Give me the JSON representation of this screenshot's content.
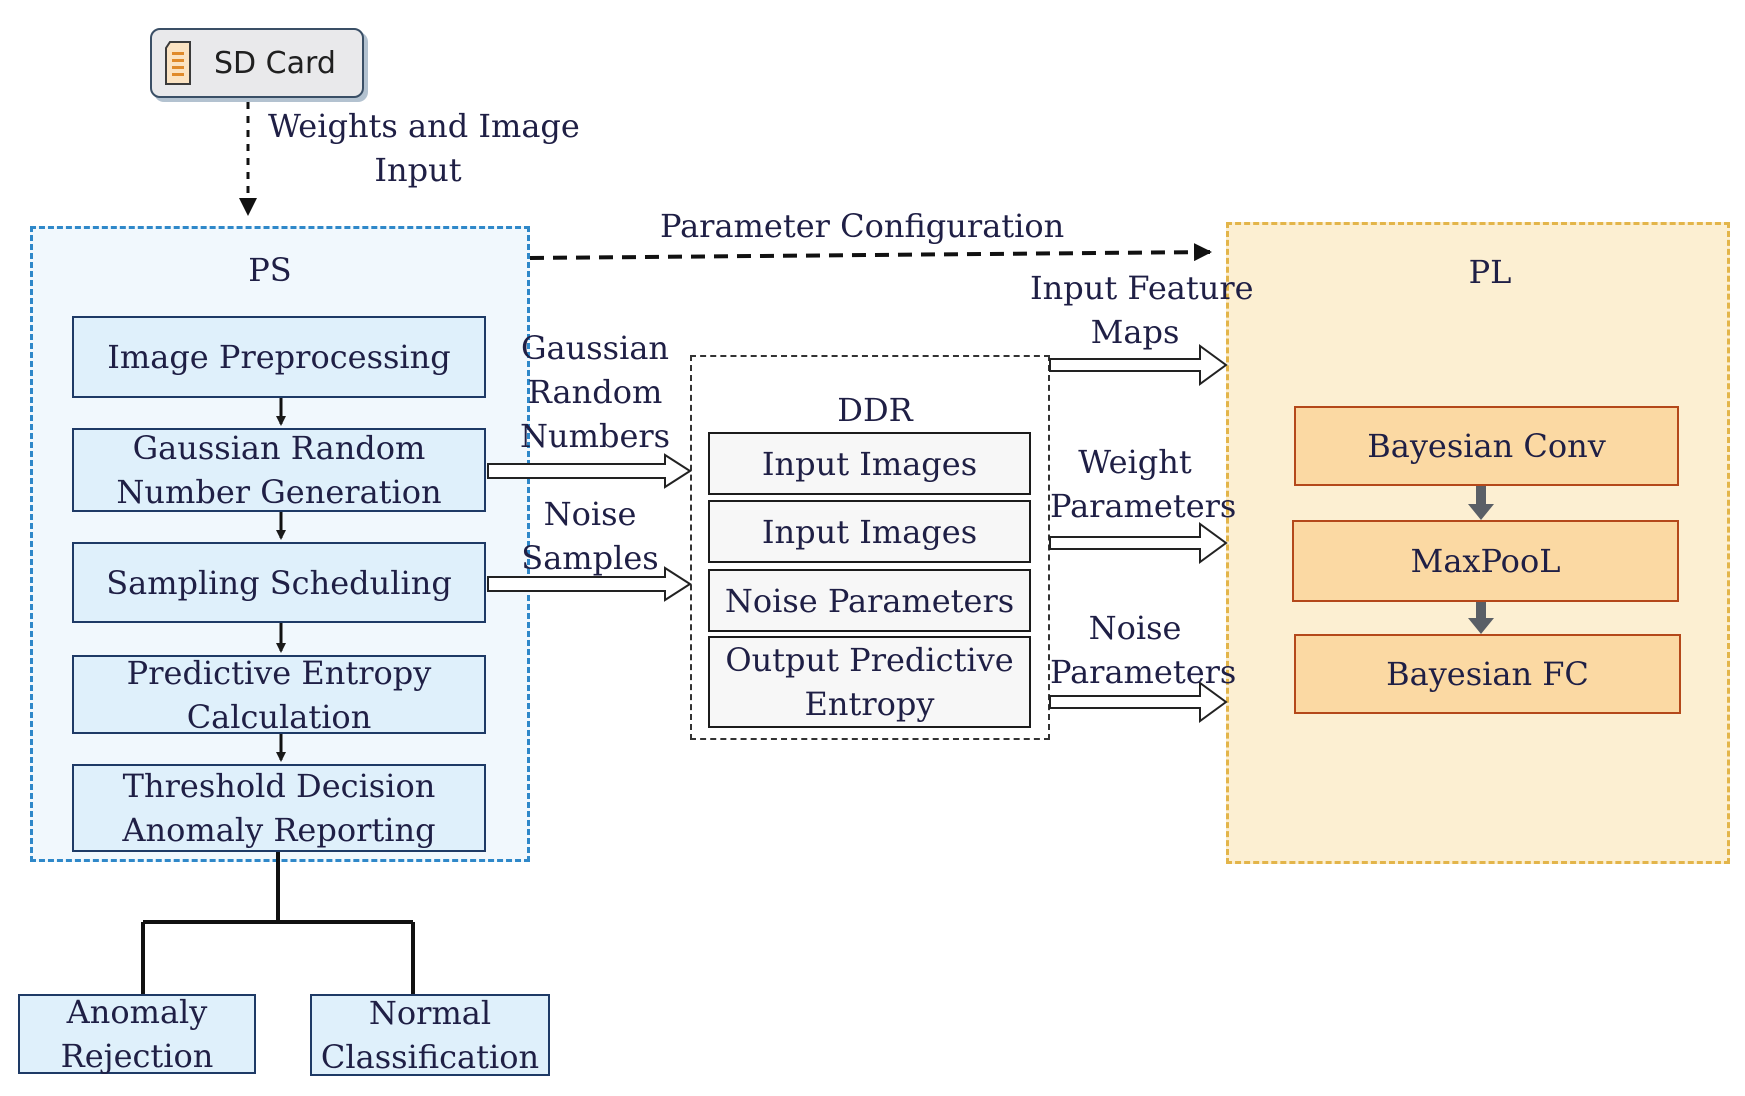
{
  "sd_card": {
    "label": "SD Card",
    "icon": "sd-card-icon"
  },
  "weights_label": [
    "Weights and Image",
    "Input"
  ],
  "param_config_label": "Parameter Configuration",
  "ps": {
    "title": "PS",
    "steps": [
      [
        "Image Preprocessing"
      ],
      [
        "Gaussian Random",
        "Number Generation"
      ],
      [
        "Sampling Scheduling"
      ],
      [
        "Predictive Entropy",
        "Calculation"
      ],
      [
        "Threshold Decision",
        "Anomaly Reporting"
      ]
    ]
  },
  "outcomes": [
    [
      "Anomaly",
      "Rejection"
    ],
    [
      "Normal",
      "Classification"
    ]
  ],
  "ddr": {
    "title": "DDR",
    "items": [
      [
        "Input Images"
      ],
      [
        "Input Images"
      ],
      [
        "Noise Parameters"
      ],
      [
        "Output Predictive",
        "Entropy"
      ]
    ]
  },
  "ps_to_ddr_labels": [
    [
      "Gaussian",
      "Random",
      "Numbers"
    ],
    [
      "Noise",
      "Samples"
    ]
  ],
  "ddr_to_pl_labels": [
    [
      "Input Feature",
      "Maps"
    ],
    [
      "Weight",
      "Parameters"
    ],
    [
      "Noise",
      "Parameters"
    ]
  ],
  "pl": {
    "title": "PL",
    "layers": [
      "Bayesian Conv",
      "MaxPooL",
      "Bayesian FC"
    ]
  },
  "colors": {
    "ps_border": "#2f88c9",
    "ps_fill": "#f1f8fd",
    "pl_border": "#e3b54a",
    "pl_fill": "#fcefd2",
    "layer_fill": "#fbd9a3",
    "layer_border": "#b4481a"
  }
}
